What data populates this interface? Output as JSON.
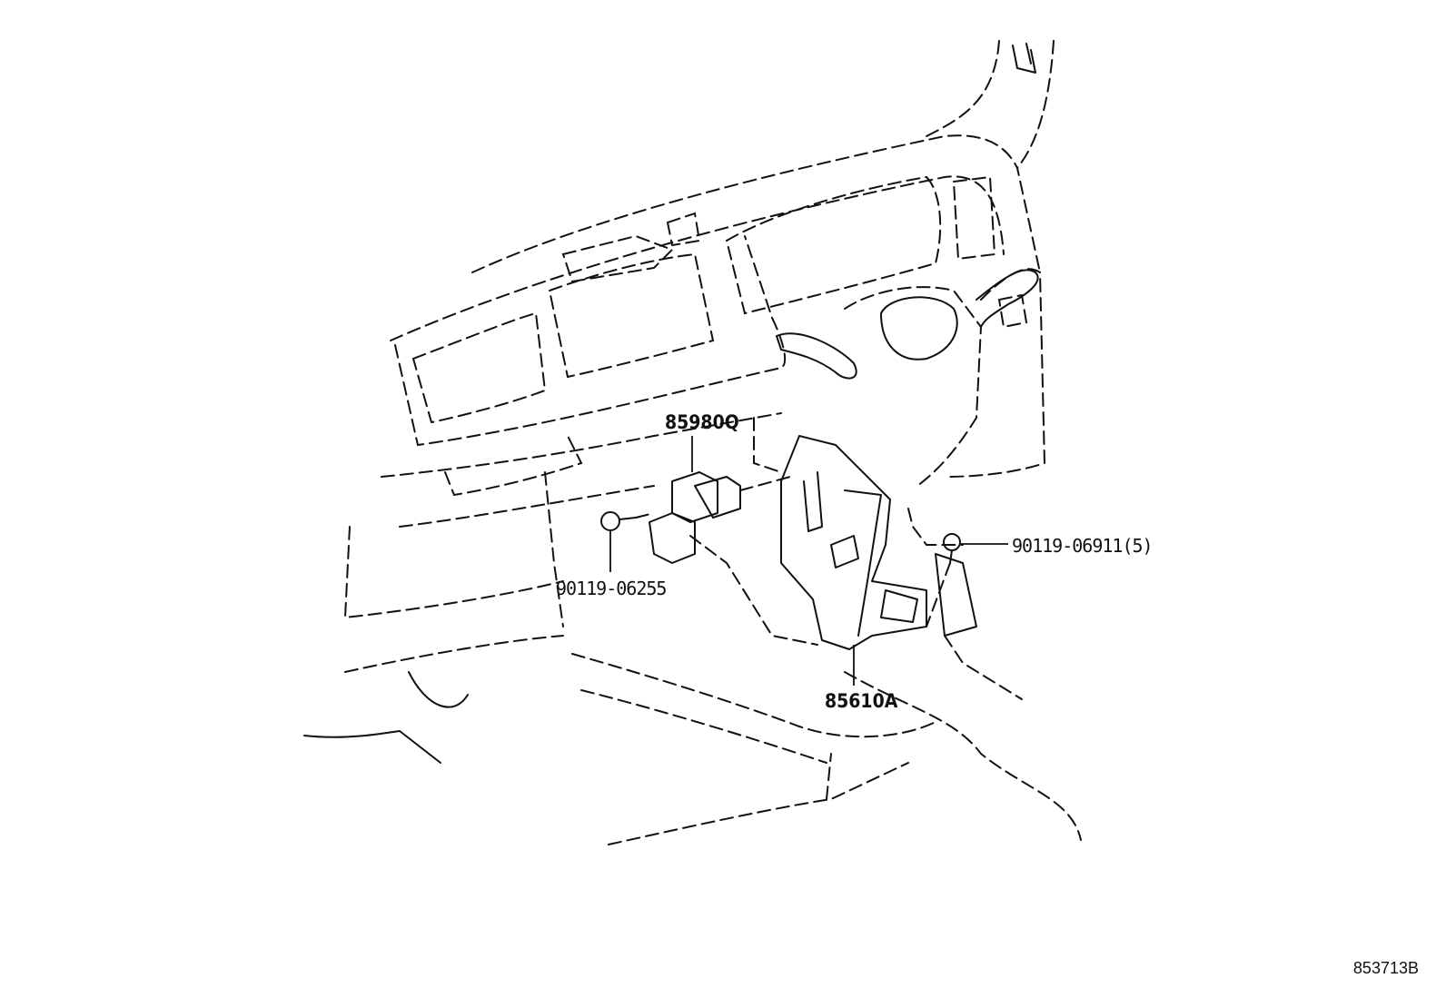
{
  "diagram": {
    "labels": {
      "part_85980q": "85980Q",
      "part_90119_06255": "90119-06255",
      "part_90119_06911": "90119-06911(5)",
      "part_85610a": "85610A"
    },
    "diagram_id": "853713B"
  }
}
